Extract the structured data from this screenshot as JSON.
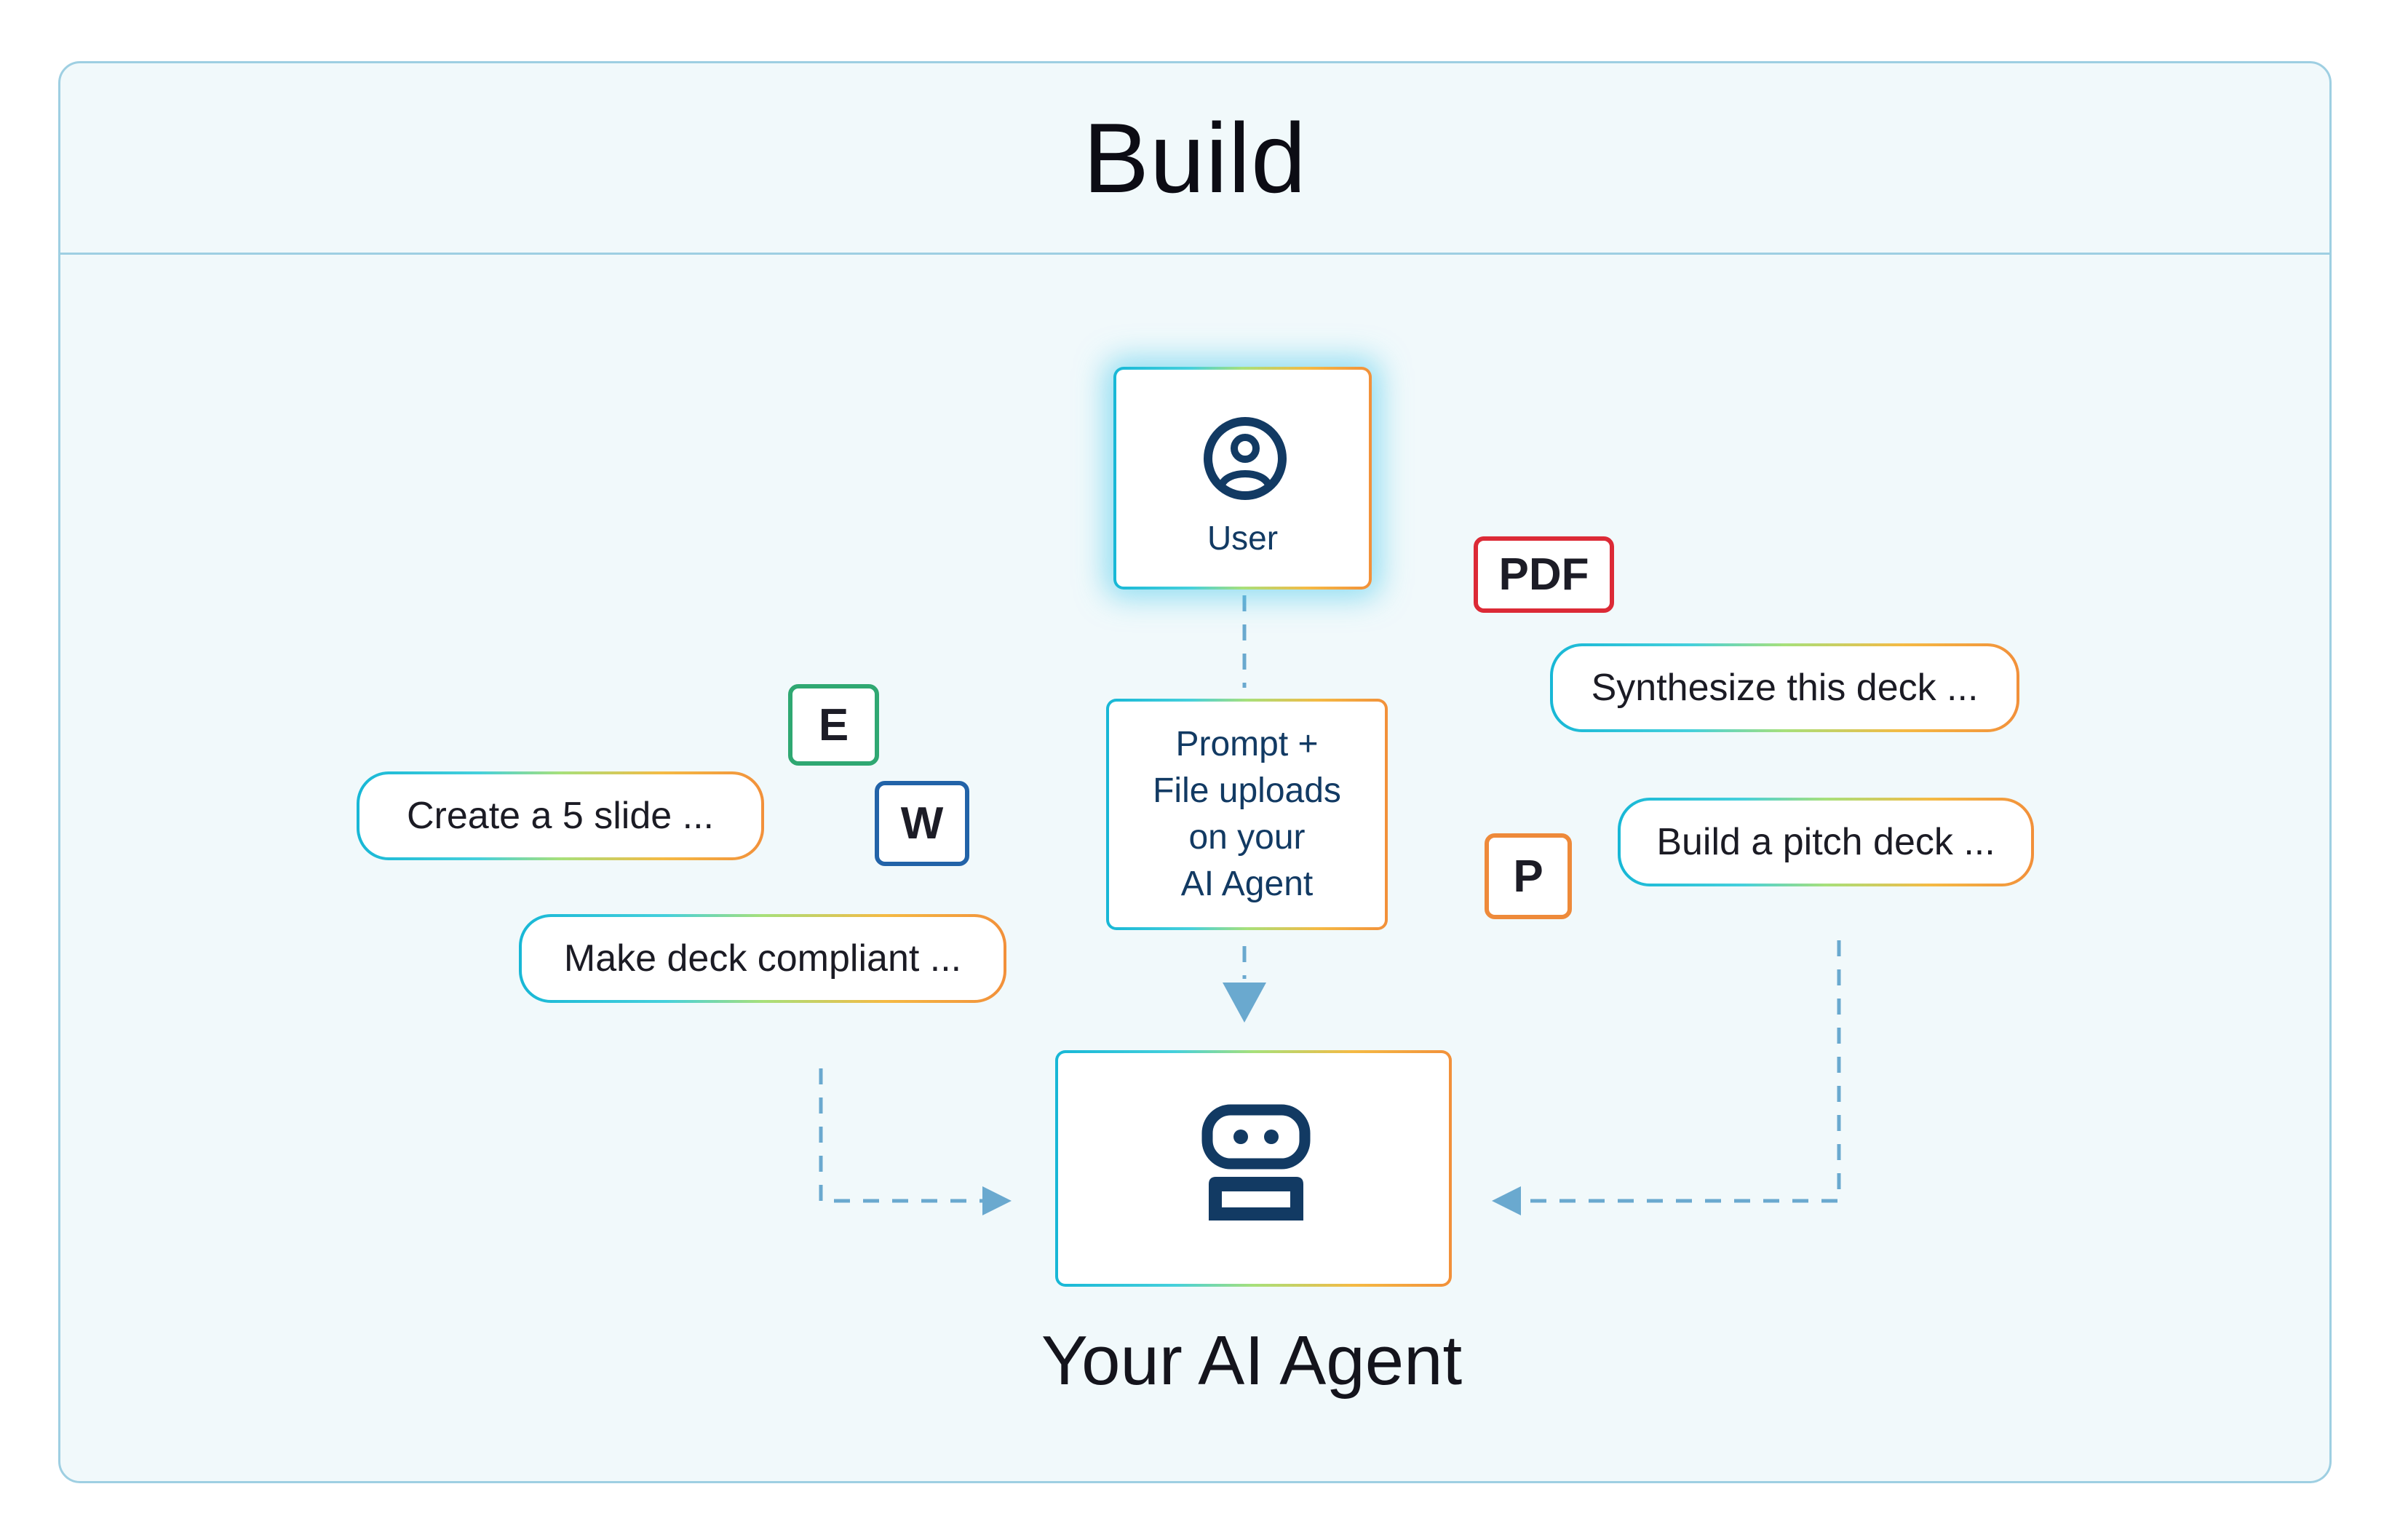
{
  "title": "Build",
  "user_card": {
    "icon": "user-circle-icon",
    "label": "User"
  },
  "prompt_card": {
    "lines": [
      "Prompt +",
      "File uploads",
      "on your",
      "AI Agent"
    ]
  },
  "agent_card": {
    "icon": "robot-icon",
    "caption": "Your AI Agent"
  },
  "prompts": {
    "left": [
      "Create a 5 slide ...",
      "Make deck compliant ..."
    ],
    "right": [
      "Synthesize this deck ...",
      "Build a pitch deck ..."
    ]
  },
  "file_badges": {
    "e": {
      "label": "E",
      "color": "#2fa872"
    },
    "w": {
      "label": "W",
      "color": "#2263a8"
    },
    "pdf": {
      "label": "PDF",
      "color": "#dc2a36"
    },
    "p": {
      "label": "P",
      "color": "#ee8a3a"
    }
  },
  "colors": {
    "navy": "#123a63",
    "frame_border": "#9ecfe2",
    "frame_bg": "#f1f9fb",
    "arrow": "#6aa9cf"
  }
}
